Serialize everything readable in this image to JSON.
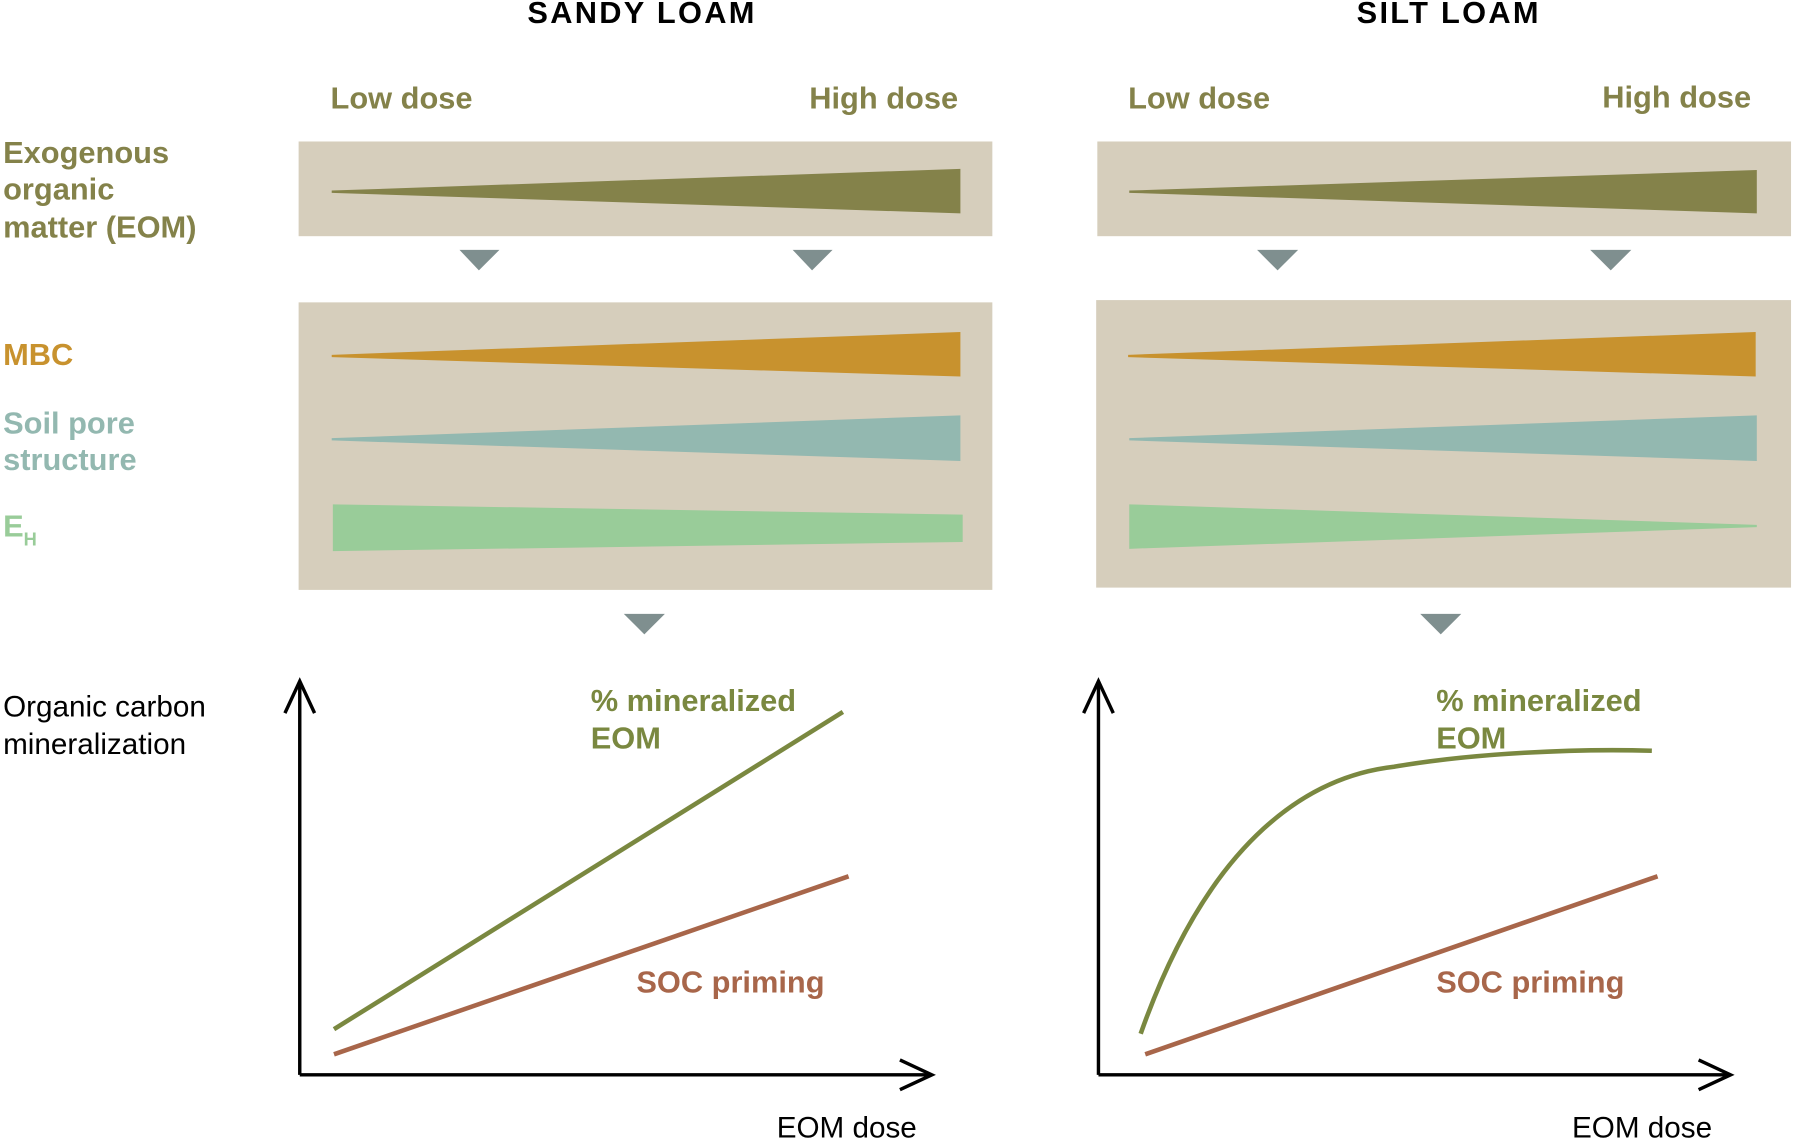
{
  "panels": [
    {
      "title": "SANDY LOAM",
      "low_dose": "Low dose",
      "high_dose": "High dose",
      "eom_curve_shape": "linear",
      "eh_trend": "decreasing-slightly",
      "mineralized_label": [
        "% mineralized",
        "EOM"
      ],
      "priming_label": "SOC priming",
      "x_axis_label": "EOM dose"
    },
    {
      "title": "SILT LOAM",
      "low_dose": "Low dose",
      "high_dose": "High dose",
      "eom_curve_shape": "saturating",
      "eh_trend": "decreasing-to-zero",
      "mineralized_label": [
        "% mineralized",
        "EOM"
      ],
      "priming_label": "SOC priming",
      "x_axis_label": "EOM dose"
    }
  ],
  "row_labels": {
    "eom": [
      "Exogenous",
      "organic",
      "matter (EOM)"
    ],
    "mbc": "MBC",
    "pore": [
      "Soil pore",
      "structure"
    ],
    "eh_main": "E",
    "eh_sub": "H"
  },
  "y_axis_label": [
    "Organic carbon",
    "mineralization"
  ],
  "colors": {
    "box": "#d6cebc",
    "eom": "#84824a",
    "mbc": "#c8922e",
    "pore": "#93b8b0",
    "eh": "#99cc99",
    "arrow": "#7f8f8f",
    "mineralized_line": "#7a8840",
    "priming_line": "#a8664a"
  }
}
